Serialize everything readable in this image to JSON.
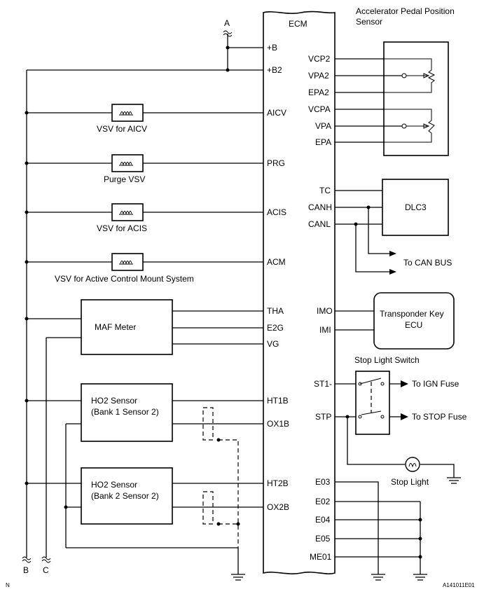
{
  "ecm": {
    "title": "ECM"
  },
  "connectors": {
    "a": "A",
    "b": "B",
    "c": "C"
  },
  "left_pins": {
    "b": "+B",
    "b2": "+B2",
    "aicv": "AICV",
    "prg": "PRG",
    "acis": "ACIS",
    "acm": "ACM",
    "tha": "THA",
    "e2g": "E2G",
    "vg": "VG",
    "ht1b": "HT1B",
    "ox1b": "OX1B",
    "ht2b": "HT2B",
    "ox2b": "OX2B"
  },
  "right_pins": {
    "vcp2": "VCP2",
    "vpa2": "VPA2",
    "epa2": "EPA2",
    "vcpa": "VCPA",
    "vpa": "VPA",
    "epa": "EPA",
    "tc": "TC",
    "canh": "CANH",
    "canl": "CANL",
    "imo": "IMO",
    "imi": "IMI",
    "st1": "ST1-",
    "stp": "STP",
    "e03": "E03",
    "e02": "E02",
    "e04": "E04",
    "e05": "E05",
    "me01": "ME01"
  },
  "components": {
    "vsv_aicv": "VSV for AICV",
    "purge_vsv": "Purge VSV",
    "vsv_acis": "VSV for ACIS",
    "vsv_acm": "VSV for Active Control Mount System",
    "maf": "MAF Meter",
    "ho2_1_line1": "HO2 Sensor",
    "ho2_1_line2": "(Bank 1 Sensor 2)",
    "ho2_2_line1": "HO2 Sensor",
    "ho2_2_line2": "(Bank 2 Sensor 2)",
    "apps_line1": "Accelerator Pedal Position",
    "apps_line2": "Sensor",
    "dlc3": "DLC3",
    "to_can_bus": "To CAN BUS",
    "transponder_line1": "Transponder Key",
    "transponder_line2": "ECU",
    "stop_light_switch": "Stop Light Switch",
    "to_ign_fuse": "To IGN Fuse",
    "to_stop_fuse": "To STOP Fuse",
    "stop_light": "Stop Light"
  },
  "footer": {
    "left_mark": "N",
    "figure_id": "A141011E01"
  }
}
